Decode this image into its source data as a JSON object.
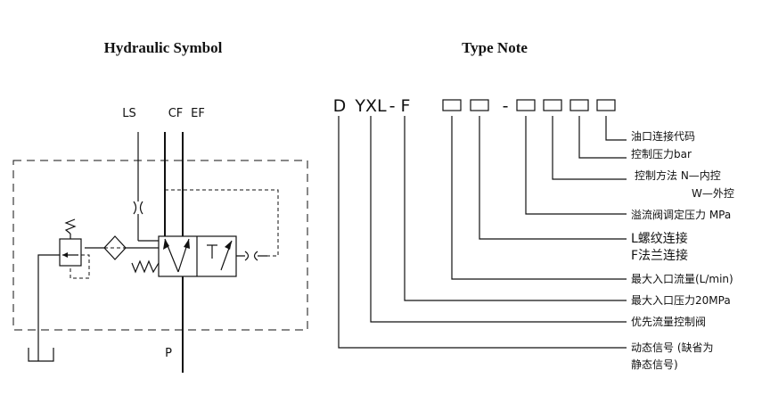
{
  "titles": {
    "left": "Hydraulic Symbol",
    "right": "Type Note"
  },
  "ports": {
    "ls": "LS",
    "cf": "CF",
    "ef": "EF",
    "p": "P"
  },
  "type_code": {
    "d": "D",
    "yxl": "YXL",
    "dash1": "-",
    "f": "F",
    "dash2": "-"
  },
  "notes": {
    "port_code": "油口连接代码",
    "control_pressure": "控制压力bar",
    "control_method": "控制方法 N—内控",
    "control_method_ext": "W—外控",
    "relief_pressure": "溢流阀调定压力 MPa",
    "thread_conn": "L螺纹连接",
    "flange_conn": "F法兰连接",
    "max_flow": "最大入口流量(L/min)",
    "max_pressure": "最大入口压力20MPa",
    "priority_valve": "优先流量控制阀",
    "dynamic_signal": "动态信号 (缺省为",
    "static_signal": "静态信号)"
  },
  "colors": {
    "line": "#111111",
    "background": "#ffffff"
  }
}
